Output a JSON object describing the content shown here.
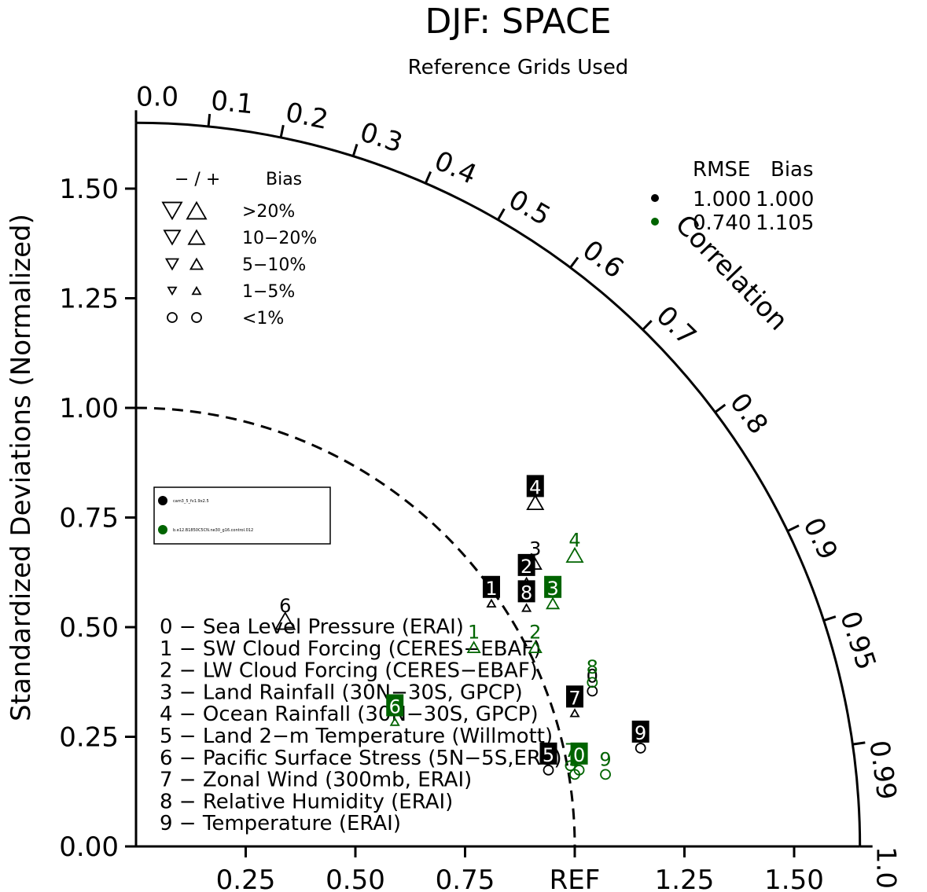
{
  "chart_data": {
    "type": "scatter",
    "subtype": "taylor-diagram",
    "title": "DJF: SPACE",
    "subtitle": "Reference Grids Used",
    "ylabel": "Standardized Deviations (Normalized)",
    "xlabel": "",
    "radial_range": [
      0,
      1.65
    ],
    "x_ticks": [
      "0.25",
      "0.50",
      "0.75",
      "REF",
      "1.25",
      "1.50"
    ],
    "y_ticks": [
      "0.00",
      "0.25",
      "0.50",
      "0.75",
      "1.00",
      "1.25",
      "1.50"
    ],
    "correlation_label": "Correlation",
    "correlation_ticks": [
      "0.0",
      "0.1",
      "0.2",
      "0.3",
      "0.4",
      "0.5",
      "0.6",
      "0.7",
      "0.8",
      "0.9",
      "0.95",
      "0.99",
      "1.0"
    ],
    "bias_legend": {
      "header_sign": "− / +",
      "header_label": "Bias",
      "rows": [
        {
          "label": ">20%",
          "shape": "triangle",
          "size": 24
        },
        {
          "label": "10−20%",
          "shape": "triangle",
          "size": 20
        },
        {
          "label": "5−10%",
          "shape": "triangle",
          "size": 15
        },
        {
          "label": "1−5%",
          "shape": "triangle",
          "size": 10
        },
        {
          "label": "<1%",
          "shape": "circle",
          "size": 12
        }
      ]
    },
    "score_table": {
      "header_rmse": "RMSE",
      "header_bias": "Bias",
      "rows": [
        {
          "color": "#000000",
          "rmse": "1.000",
          "bias": "1.000"
        },
        {
          "color": "#006400",
          "rmse": "0.740",
          "bias": "1.105"
        }
      ]
    },
    "case_legend": [
      {
        "color": "#000000",
        "label": "cam3_5_fv1.9x2.5"
      },
      {
        "color": "#006400",
        "label": "b.e12.B1850C5CN.ne30_g16.control.012"
      }
    ],
    "variables": [
      "0 − Sea Level Pressure (ERAI)",
      "1 − SW Cloud Forcing (CERES−EBAF)",
      "2 − LW Cloud Forcing (CERES−EBAF)",
      "3 − Land Rainfall (30N−30S, GPCP)",
      "4 − Ocean Rainfall (30N−30S, GPCP)",
      "5 − Land 2−m Temperature (Willmott)",
      "6 − Pacific Surface Stress (5N−5S,ERS)",
      "7 − Zonal Wind (300mb, ERAI)",
      "8 − Relative Humidity (ERAI)",
      "9 − Temperature (ERAI)"
    ],
    "series": [
      {
        "name": "cam3_5_fv1.9x2.5",
        "color": "#000000",
        "points": [
          {
            "id": "1",
            "x": 0.81,
            "y": 0.59,
            "boxed": true,
            "bias_sign": "+",
            "bias_class": "1−5%"
          },
          {
            "id": "2",
            "x": 0.89,
            "y": 0.64,
            "boxed": true,
            "bias_sign": "+",
            "bias_class": "1−5%"
          },
          {
            "id": "3",
            "x": 0.91,
            "y": 0.68,
            "boxed": false,
            "bias_sign": "+",
            "bias_class": "5−10%"
          },
          {
            "id": "4",
            "x": 0.91,
            "y": 0.82,
            "boxed": true,
            "bias_sign": "+",
            "bias_class": "10−20%"
          },
          {
            "id": "5",
            "x": 0.94,
            "y": 0.21,
            "boxed": true,
            "bias_sign": "",
            "bias_class": "<1%"
          },
          {
            "id": "6",
            "x": 0.34,
            "y": 0.55,
            "boxed": false,
            "bias_sign": "+",
            "bias_class": ">20%"
          },
          {
            "id": "7",
            "x": 1.0,
            "y": 0.34,
            "boxed": true,
            "bias_sign": "+",
            "bias_class": "1−5%"
          },
          {
            "id": "8",
            "x": 0.89,
            "y": 0.58,
            "boxed": true,
            "bias_sign": "+",
            "bias_class": "1−5%"
          },
          {
            "id": "9",
            "x": 1.15,
            "y": 0.26,
            "boxed": true,
            "bias_sign": "",
            "bias_class": "<1%"
          },
          {
            "id": "0",
            "x": 1.04,
            "y": 0.39,
            "boxed": false,
            "bias_sign": "",
            "bias_class": "<1%"
          }
        ]
      },
      {
        "name": "b.e12.B1850C5CN.ne30_g16.control.012",
        "color": "#006400",
        "points": [
          {
            "id": "1",
            "x": 0.77,
            "y": 0.49,
            "boxed": false,
            "bias_sign": "+",
            "bias_class": "5−10%"
          },
          {
            "id": "2",
            "x": 0.91,
            "y": 0.49,
            "boxed": false,
            "bias_sign": "+",
            "bias_class": "5−10%"
          },
          {
            "id": "3",
            "x": 0.95,
            "y": 0.59,
            "boxed": true,
            "bias_sign": "+",
            "bias_class": "5−10%"
          },
          {
            "id": "4",
            "x": 1.0,
            "y": 0.7,
            "boxed": false,
            "bias_sign": "+",
            "bias_class": "10−20%"
          },
          {
            "id": "5",
            "x": 1.0,
            "y": 0.2,
            "boxed": false,
            "bias_sign": "",
            "bias_class": "<1%"
          },
          {
            "id": "6",
            "x": 0.59,
            "y": 0.32,
            "boxed": true,
            "bias_sign": "+",
            "bias_class": "1−5%"
          },
          {
            "id": "7",
            "x": 0.99,
            "y": 0.22,
            "boxed": false,
            "bias_sign": "",
            "bias_class": "<1%"
          },
          {
            "id": "8",
            "x": 1.04,
            "y": 0.41,
            "boxed": false,
            "bias_sign": "",
            "bias_class": "<1%"
          },
          {
            "id": "9",
            "x": 1.07,
            "y": 0.2,
            "boxed": false,
            "bias_sign": "",
            "bias_class": "<1%"
          },
          {
            "id": "0",
            "x": 1.01,
            "y": 0.21,
            "boxed": true,
            "bias_sign": "",
            "bias_class": "<1%"
          }
        ]
      }
    ]
  }
}
